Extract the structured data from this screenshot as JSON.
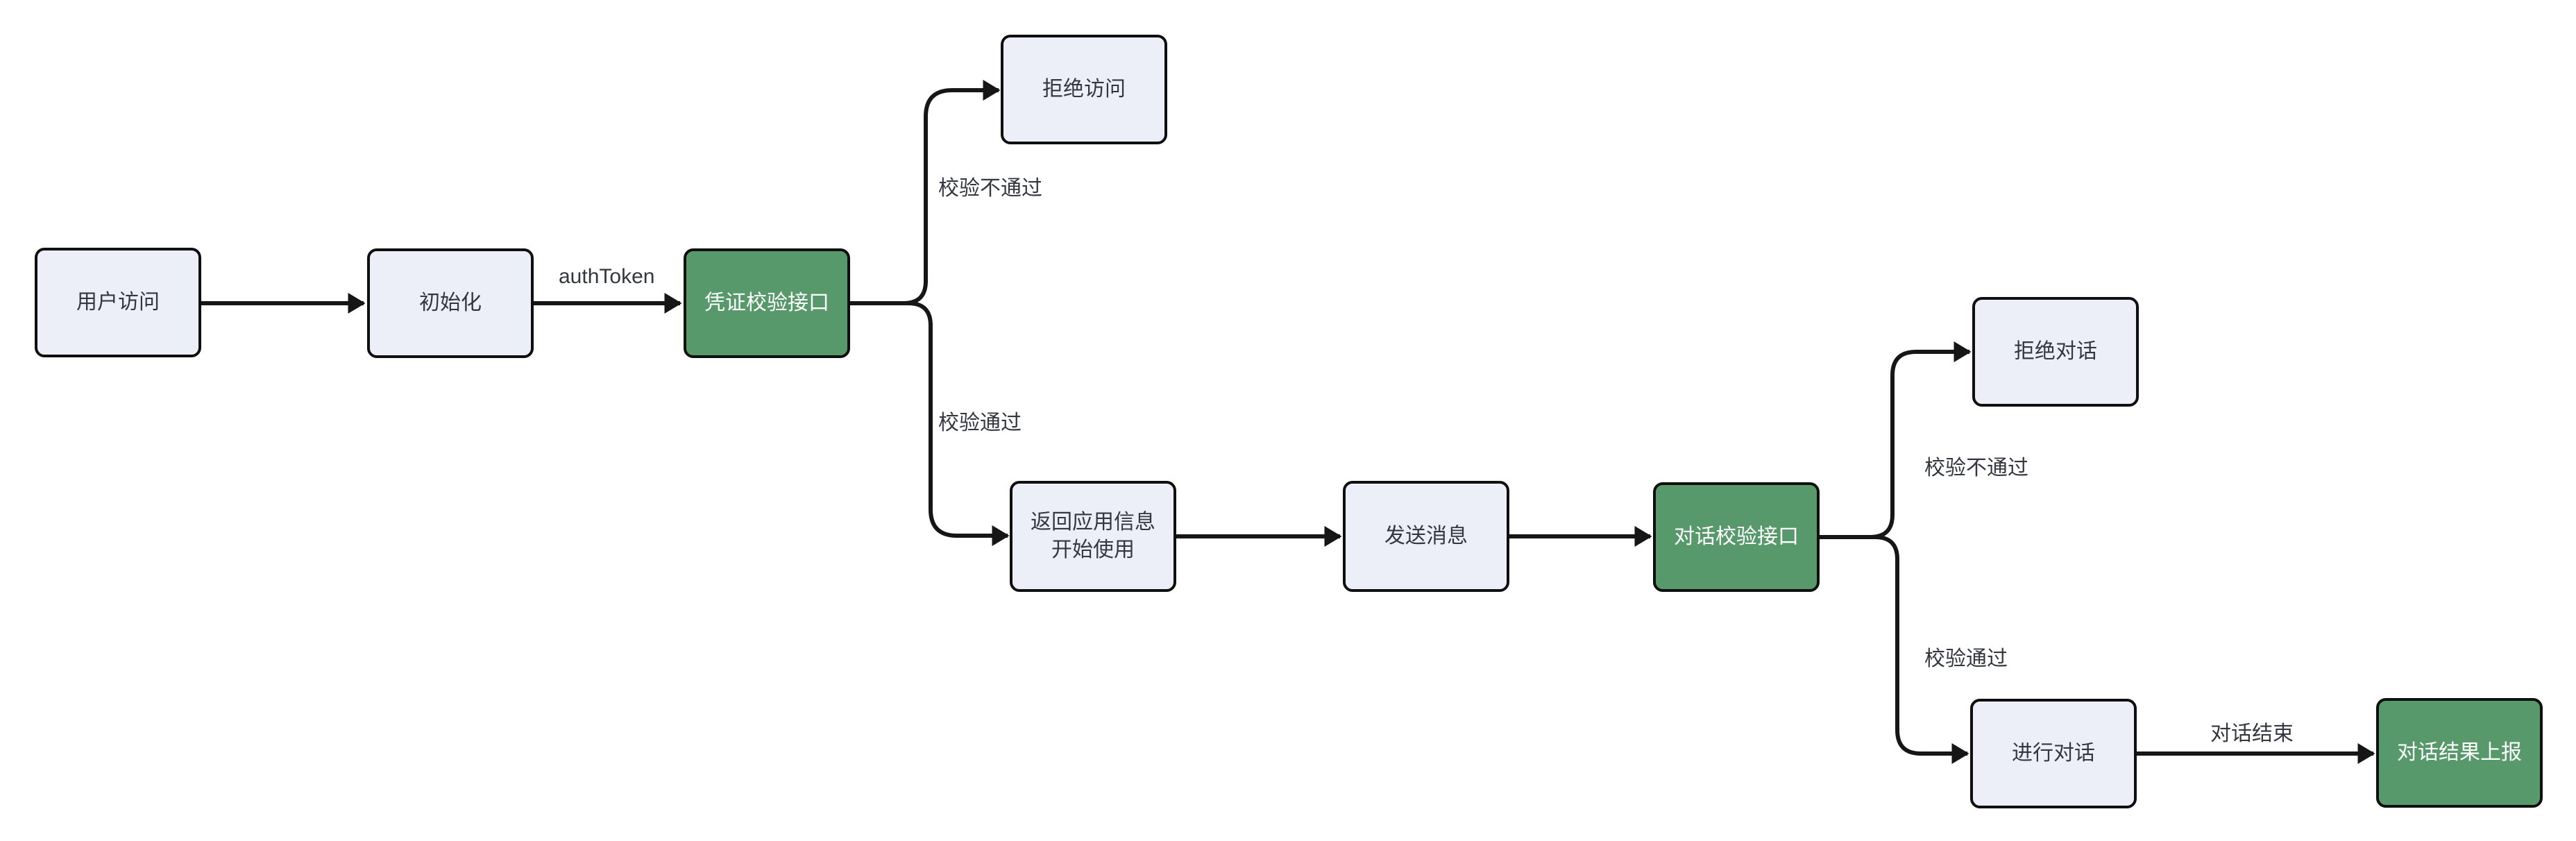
{
  "diagram": {
    "type": "flowchart",
    "direction": "left-to-right",
    "background": "#ffffff",
    "colors": {
      "bg": "#ffffff",
      "node_fill": "#eceff8",
      "node_border": "#0f0f0f",
      "node_text": "#333740",
      "accent_fill": "#57996b",
      "accent_text": "#ffffff",
      "edge_color": "#161616"
    },
    "nodes": [
      {
        "id": "user-access",
        "label": "用户访问",
        "variant": "default"
      },
      {
        "id": "init",
        "label": "初始化",
        "variant": "default"
      },
      {
        "id": "credential-check-api",
        "label": "凭证校验接口",
        "variant": "accent"
      },
      {
        "id": "deny-access",
        "label": "拒绝访问",
        "variant": "default"
      },
      {
        "id": "return-app-info",
        "label": "返回应用信息\n开始使用",
        "variant": "default"
      },
      {
        "id": "send-message",
        "label": "发送消息",
        "variant": "default"
      },
      {
        "id": "dialog-check-api",
        "label": "对话校验接口",
        "variant": "accent"
      },
      {
        "id": "deny-dialog",
        "label": "拒绝对话",
        "variant": "default"
      },
      {
        "id": "do-dialog",
        "label": "进行对话",
        "variant": "default"
      },
      {
        "id": "dialog-result-report",
        "label": "对话结果上报",
        "variant": "accent"
      }
    ],
    "edges": [
      {
        "from": "user-access",
        "to": "init",
        "label": ""
      },
      {
        "from": "init",
        "to": "credential-check-api",
        "label": "authToken"
      },
      {
        "from": "credential-check-api",
        "to": "deny-access",
        "label": "校验不通过"
      },
      {
        "from": "credential-check-api",
        "to": "return-app-info",
        "label": "校验通过"
      },
      {
        "from": "return-app-info",
        "to": "send-message",
        "label": ""
      },
      {
        "from": "send-message",
        "to": "dialog-check-api",
        "label": ""
      },
      {
        "from": "dialog-check-api",
        "to": "deny-dialog",
        "label": "校验不通过"
      },
      {
        "from": "dialog-check-api",
        "to": "do-dialog",
        "label": "校验通过"
      },
      {
        "from": "do-dialog",
        "to": "dialog-result-report",
        "label": "对话结束"
      }
    ]
  }
}
